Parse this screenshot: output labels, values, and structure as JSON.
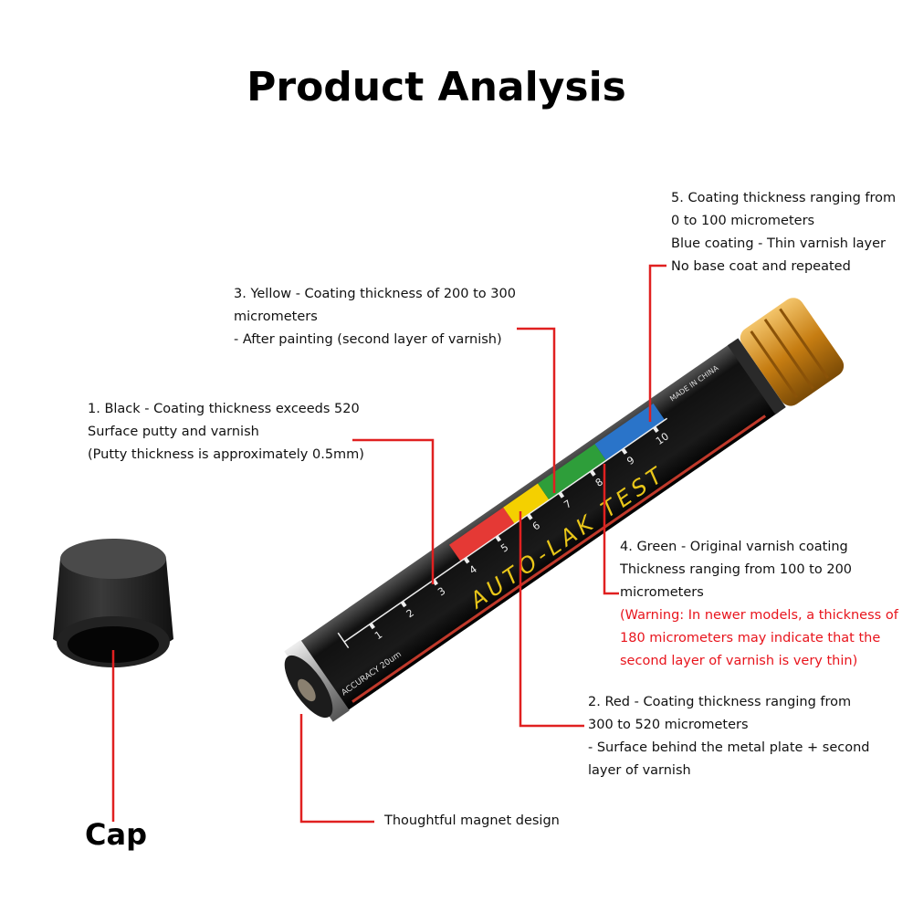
{
  "title": "Product Analysis",
  "annotations": {
    "black": [
      "1. Black - Coating thickness exceeds 520",
      "Surface putty and varnish",
      "(Putty thickness is approximately 0.5mm)"
    ],
    "red": [
      "2. Red - Coating thickness ranging from",
      "300 to 520 micrometers",
      "- Surface behind the metal plate + second",
      "layer of varnish"
    ],
    "yellow": [
      "3. Yellow - Coating thickness of 200 to 300",
      "micrometers",
      "- After painting (second layer of varnish)"
    ],
    "green": [
      "4. Green - Original varnish coating",
      "Thickness ranging from 100 to 200",
      "micrometers"
    ],
    "green_warning": [
      "(Warning: In newer models, a thickness of",
      "180 micrometers may indicate that the",
      "second layer of varnish is very thin)"
    ],
    "blue": [
      "5. Coating thickness ranging from",
      "0 to 100 micrometers",
      "Blue coating - Thin varnish layer",
      "No base coat and repeated"
    ],
    "magnet": "Thoughtful magnet design",
    "cap": "Cap"
  },
  "pen": {
    "brand_text": "AUTO-LAK TEST",
    "accuracy_text": "ACCURACY 20um",
    "origin_text": "MADE IN CHINA",
    "scale": [
      "1",
      "2",
      "3",
      "4",
      "5",
      "6",
      "7",
      "8",
      "9",
      "10"
    ]
  },
  "colors": {
    "leader": "#e02020",
    "red_band": "#e53935",
    "yellow_band": "#f4d000",
    "green_band": "#2e9e3a",
    "blue_band": "#2a74c9",
    "cap_gold": "#d08a1c"
  }
}
